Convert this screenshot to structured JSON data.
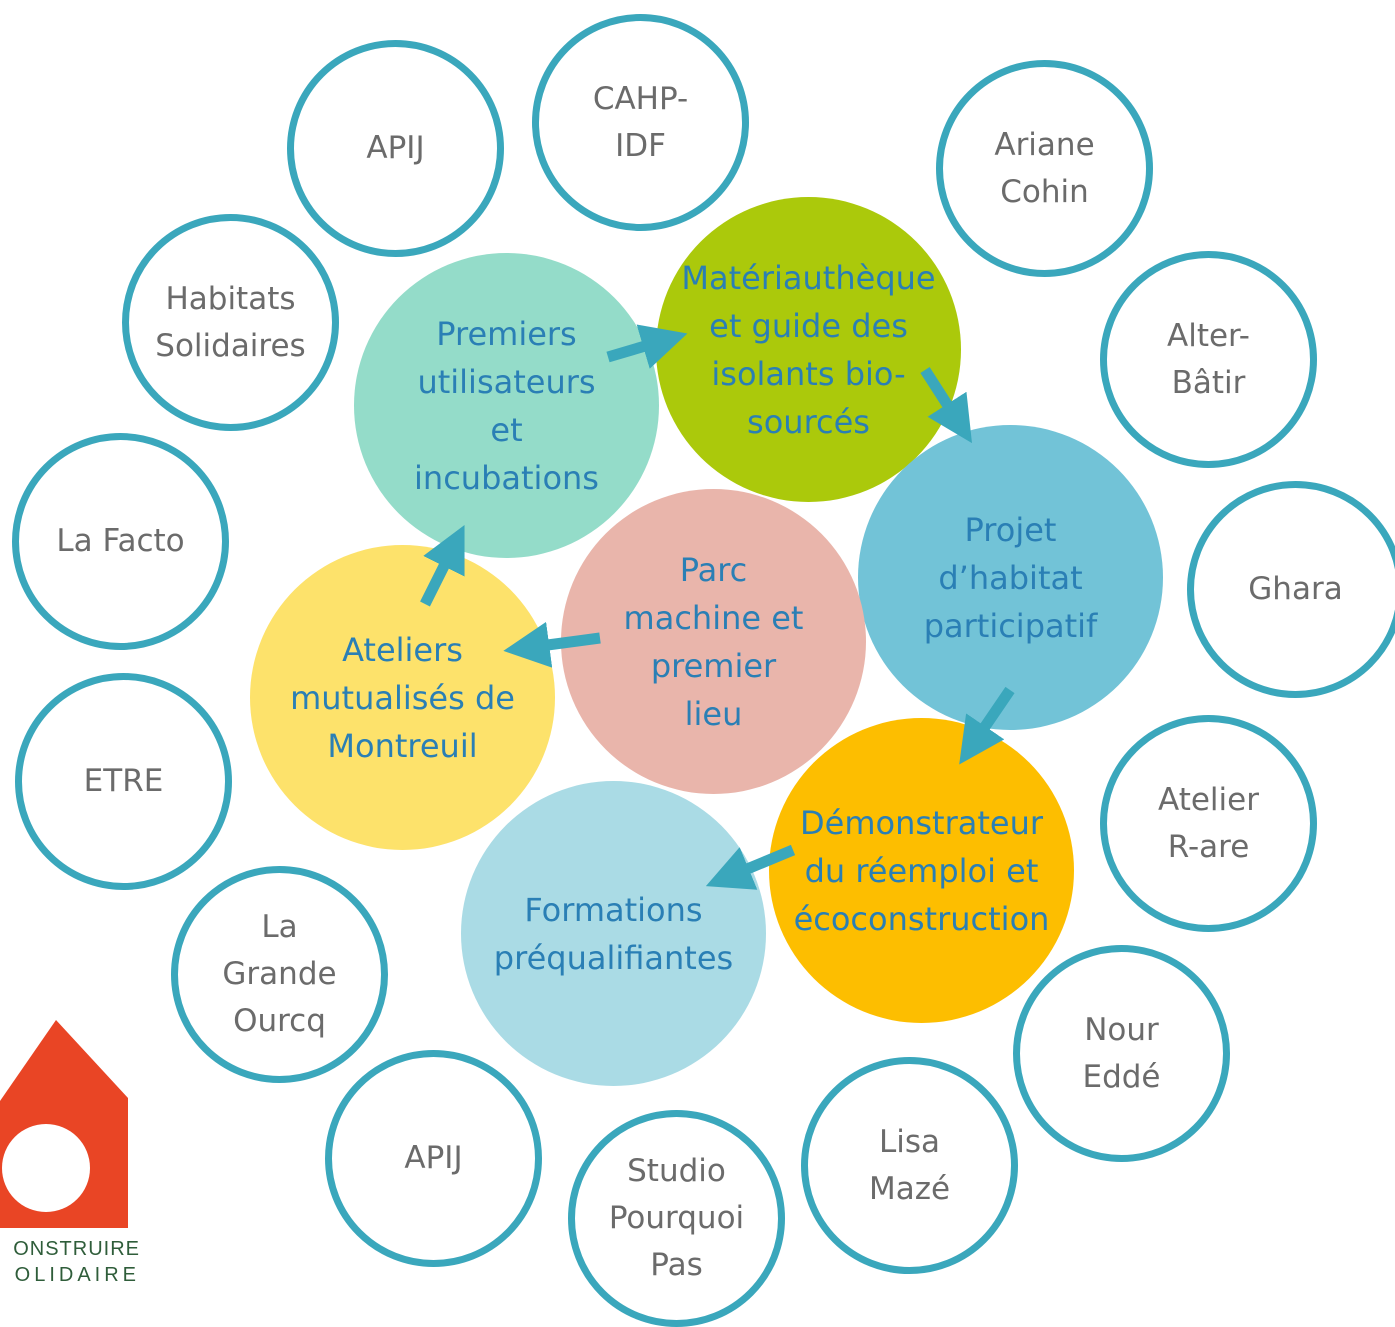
{
  "partners": [
    {
      "id": "apij-top",
      "label": "APIJ"
    },
    {
      "id": "cahp-idf",
      "label": "CAHP-\nIDF"
    },
    {
      "id": "ariane-cohin",
      "label": "Ariane\nCohin"
    },
    {
      "id": "habitats-solidaires",
      "label": "Habitats\nSolidaires"
    },
    {
      "id": "alter-batir",
      "label": "Alter-\nBâtir"
    },
    {
      "id": "la-facto",
      "label": "La Facto"
    },
    {
      "id": "ghara",
      "label": "Ghara"
    },
    {
      "id": "etre",
      "label": "ETRE"
    },
    {
      "id": "atelier-r-are",
      "label": "Atelier\nR-are"
    },
    {
      "id": "la-grande-ourcq",
      "label": "La\nGrande\nOurcq"
    },
    {
      "id": "nour-edde",
      "label": "Nour\nEddé"
    },
    {
      "id": "apij-bottom",
      "label": "APIJ"
    },
    {
      "id": "lisa-maze",
      "label": "Lisa\nMazé"
    },
    {
      "id": "studio-pourquoi-pas",
      "label": "Studio\nPourquoi\nPas"
    }
  ],
  "stages": [
    {
      "id": "premiers-utilisateurs",
      "label": "Premiers\nutilisateurs\net\nincubations",
      "color": "#94dcc9"
    },
    {
      "id": "materiautheque",
      "label": "Matériauthèque\net guide des\nisolants bio-\nsourcés",
      "color": "#abc90b"
    },
    {
      "id": "projet-habitat",
      "label": "Projet\nd’habitat\nparticipatif",
      "color": "#72c3d7"
    },
    {
      "id": "parc-machine",
      "label": "Parc\nmachine et\npremier\nlieu",
      "color": "#e9b5ab"
    },
    {
      "id": "ateliers-mutualises",
      "label": "Ateliers\nmutualisés de\nMontreuil",
      "color": "#fde26b"
    },
    {
      "id": "demonstrateur",
      "label": "Démonstrateur\ndu réemploi et\nécoconstruction",
      "color": "#fdbe00"
    },
    {
      "id": "formations",
      "label": "Formations\npréqualifiantes",
      "color": "#aadbe5"
    }
  ],
  "colors": {
    "partner_ring": "#3aa7bc",
    "arrow": "#3aa7bc",
    "stage_text": "#2a7fb5",
    "logo_red": "#e94525",
    "logo_green": "#2f5d3a"
  },
  "logo": {
    "line1": "ONSTRUIRE",
    "line2": "OLIDAIRE"
  }
}
